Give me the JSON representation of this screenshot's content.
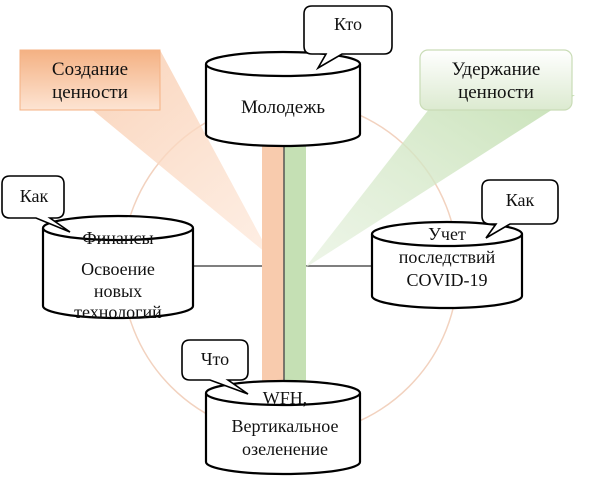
{
  "cylinders": {
    "top": {
      "lines": [
        "Молодежь"
      ]
    },
    "left": {
      "lines": [
        "Финансы",
        "Освоение",
        "новых",
        "технологий"
      ]
    },
    "right": {
      "lines": [
        "Учет",
        "последствий",
        "COVID-19"
      ]
    },
    "bottom": {
      "lines": [
        "WFH,",
        "Вертикальное",
        "озеленение"
      ]
    }
  },
  "callouts": {
    "top": "Кто",
    "left": "Как",
    "right": "Как",
    "bottom": "Что"
  },
  "banners": {
    "left": {
      "lines": [
        "Создание",
        "ценности"
      ],
      "color": "#f4b183"
    },
    "right": {
      "lines": [
        "Удержание",
        "ценности"
      ],
      "color": "#c5dcae"
    }
  },
  "colors": {
    "ring": "#f2d2bf",
    "spoke": "#555555",
    "orange_bar": "#f8cbad",
    "green_bar": "#c5e0b4",
    "outline": "#000000"
  }
}
